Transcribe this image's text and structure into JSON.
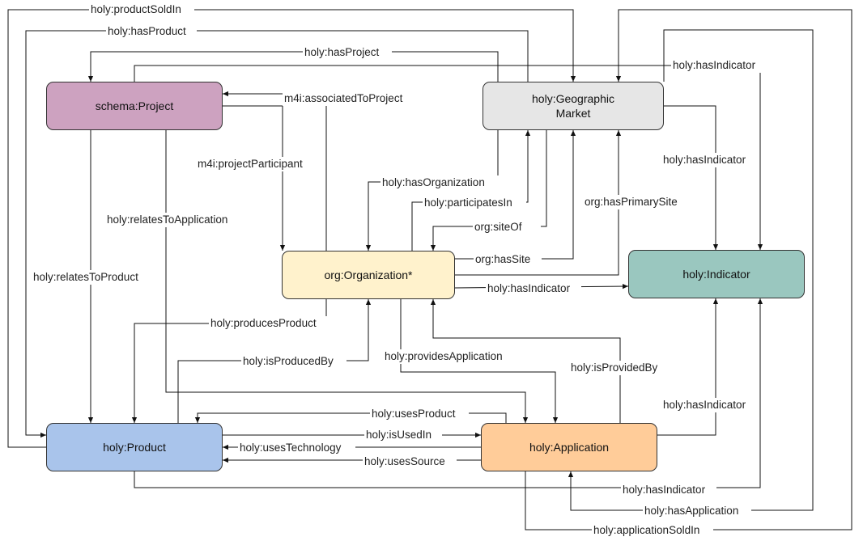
{
  "diagram": {
    "nodes": {
      "project": {
        "label": "schema:Project",
        "fill": "#cda2c0"
      },
      "market": {
        "label": "holy:Geographic\nMarket",
        "fill": "#e6e6e6"
      },
      "org": {
        "label": "org:Organization*",
        "fill": "#fff2cc"
      },
      "indicator": {
        "label": "holy:Indicator",
        "fill": "#9ac7bf"
      },
      "product": {
        "label": "holy:Product",
        "fill": "#a9c4eb"
      },
      "application": {
        "label": "holy:Application",
        "fill": "#ffcc99"
      }
    },
    "edges": {
      "productSoldIn": "holy:productSoldIn",
      "hasProduct": "holy:hasProduct",
      "hasProject": "holy:hasProject",
      "hasIndicatorTop": "holy:hasIndicator",
      "associatedToProject": "m4i:associatedToProject",
      "projectParticipant": "m4i:projectParticipant",
      "hasIndicatorMarket": "holy:hasIndicator",
      "hasOrganization": "holy:hasOrganization",
      "participatesIn": "holy:participatesIn",
      "hasPrimarySite": "org:hasPrimarySite",
      "relatesToApplication": "holy:relatesToApplication",
      "siteOf": "org:siteOf",
      "relatesToProduct": "holy:relatesToProduct",
      "hasSite": "org:hasSite",
      "hasIndicatorOrg": "holy:hasIndicator",
      "producesProduct": "holy:producesProduct",
      "providesApplication": "holy:providesApplication",
      "isProducedBy": "holy:isProducedBy",
      "isProvidedBy": "holy:isProvidedBy",
      "hasIndicatorApp": "holy:hasIndicator",
      "usesProduct": "holy:usesProduct",
      "isUsedIn": "holy:isUsedIn",
      "usesTechnology": "holy:usesTechnology",
      "usesSource": "holy:usesSource",
      "hasIndicatorProduct": "holy:hasIndicator",
      "hasApplication": "holy:hasApplication",
      "applicationSoldIn": "holy:applicationSoldIn"
    }
  }
}
